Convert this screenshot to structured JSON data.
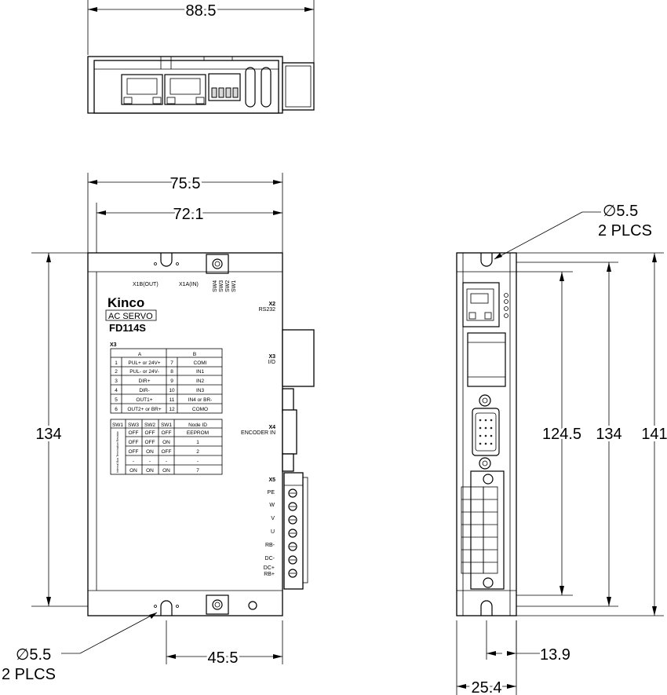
{
  "dimensions": {
    "top_width": "88.5",
    "front_width": "75.5",
    "front_inner_width": "72.1",
    "front_height": "134",
    "hole_dia_left": "∅5.5",
    "hole_count_left": "2 PLCS",
    "hole_spacing": "45.5",
    "hole_dia_right": "∅5.5",
    "hole_count_right": "2 PLCS",
    "side_h1": "124.5",
    "side_h2": "134",
    "side_h3": "141",
    "side_offset": "13.9",
    "side_depth": "25.4"
  },
  "front": {
    "brand": "Kinco",
    "series": "AC SERVO",
    "model": "FD114S",
    "x1b": "X1B(OUT)",
    "x1a": "X1A(IN)",
    "sw_labels": [
      "SW4",
      "SW3",
      "SW2",
      "SW1"
    ],
    "x2": "X2",
    "x2_desc": "RS232",
    "x3": "X3",
    "x3_desc": "I/O",
    "x4": "X4",
    "x4_desc": "ENCODER IN",
    "x5": "X5",
    "x5_pins": [
      "PE",
      "W",
      "V",
      "U",
      "RB-",
      "DC-",
      "DC+",
      "RB+"
    ],
    "x3_table_label": "X3",
    "x3_table": {
      "headers": [
        "A",
        "B"
      ],
      "rows": [
        [
          "1",
          "PUL+ or 24V+",
          "7",
          "COMI"
        ],
        [
          "2",
          "PUL- or 24V-",
          "8",
          "IN1"
        ],
        [
          "3",
          "DIR+",
          "9",
          "IN2"
        ],
        [
          "4",
          "DIR-",
          "10",
          "IN3"
        ],
        [
          "5",
          "OUT1+",
          "11",
          "IN4 or BR-"
        ],
        [
          "6",
          "OUT2+ or BR+",
          "12",
          "COMO"
        ]
      ]
    },
    "sw_table": {
      "headers": [
        "SW1",
        "SW3",
        "SW2",
        "SW1",
        "Node ID"
      ],
      "side_label": "Internal Bus Termination Resistor",
      "rows": [
        [
          "OFF",
          "OFF",
          "OFF",
          "EEPROM"
        ],
        [
          "OFF",
          "OFF",
          "ON",
          "1"
        ],
        [
          "OFF",
          "ON",
          "OFF",
          "2"
        ],
        [
          "-",
          "-",
          "-",
          "-"
        ],
        [
          "ON",
          "ON",
          "ON",
          "7"
        ]
      ]
    }
  }
}
